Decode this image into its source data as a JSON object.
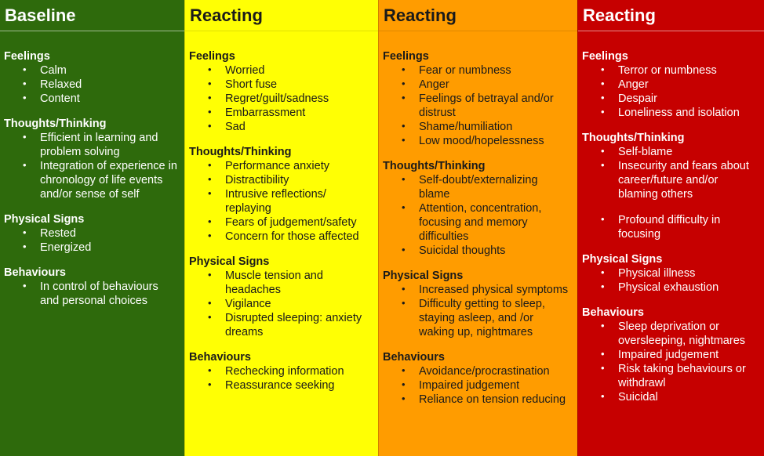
{
  "colors": {
    "baseline": "#2e6a0c",
    "reacting_yellow": "#ffff04",
    "reacting_orange": "#ff9c00",
    "reacting_red": "#c60000"
  },
  "columns": [
    {
      "title": "Baseline",
      "sections": [
        {
          "title": "Feelings",
          "items": [
            "Calm",
            "Relaxed",
            "Content"
          ]
        },
        {
          "title": "Thoughts/Thinking",
          "items": [
            "Efficient in learning and problem solving",
            "Integration of experience in chronology of life events and/or sense of self"
          ]
        },
        {
          "title": "Physical Signs",
          "items": [
            "Rested",
            "Energized"
          ]
        },
        {
          "title": "Behaviours",
          "items": [
            "In control of behaviours and personal choices"
          ]
        }
      ]
    },
    {
      "title": "Reacting",
      "sections": [
        {
          "title": "Feelings",
          "items": [
            "Worried",
            "Short fuse",
            "Regret/guilt/sadness",
            "Embarrassment",
            "Sad"
          ]
        },
        {
          "title": "Thoughts/Thinking",
          "items": [
            "Performance anxiety",
            "Distractibility",
            "Intrusive reflections/ replaying",
            "Fears of judgement/safety",
            "Concern for those affected"
          ]
        },
        {
          "title": "Physical Signs",
          "items": [
            "Muscle tension and headaches",
            "Vigilance",
            "Disrupted sleeping: anxiety dreams"
          ]
        },
        {
          "title": "Behaviours",
          "items": [
            "Rechecking information",
            "Reassurance seeking"
          ]
        }
      ]
    },
    {
      "title": "Reacting",
      "sections": [
        {
          "title": "Feelings",
          "items": [
            "Fear or numbness",
            "Anger",
            "Feelings of betrayal and/or distrust",
            "Shame/humiliation",
            "Low mood/hopelessness"
          ]
        },
        {
          "title": "Thoughts/Thinking",
          "items": [
            "Self-doubt/externalizing blame",
            "Attention, concentration, focusing and memory difficulties",
            "Suicidal thoughts"
          ]
        },
        {
          "title": "Physical Signs",
          "items": [
            "Increased physical symptoms",
            "Difficulty getting to sleep, staying asleep, and /or waking up, nightmares"
          ]
        },
        {
          "title": "Behaviours",
          "items": [
            "Avoidance/procrastination",
            "Impaired judgement",
            "Reliance on tension reducing"
          ]
        }
      ]
    },
    {
      "title": "Reacting",
      "sections": [
        {
          "title": "Feelings",
          "items": [
            "Terror or numbness",
            "Anger",
            "Despair",
            "Loneliness and isolation"
          ]
        },
        {
          "title": "Thoughts/Thinking",
          "items": [
            "Self-blame",
            "Insecurity and fears about career/future and/or blaming others",
            "Profound difficulty in focusing"
          ]
        },
        {
          "title": "Physical Signs",
          "items": [
            "Physical illness",
            "Physical exhaustion"
          ]
        },
        {
          "title": "Behaviours",
          "items": [
            "Sleep deprivation or oversleeping, nightmares",
            "Impaired judgement",
            "Risk taking behaviours or withdrawl",
            "Suicidal"
          ]
        }
      ]
    }
  ],
  "bullet_glyph": "•"
}
